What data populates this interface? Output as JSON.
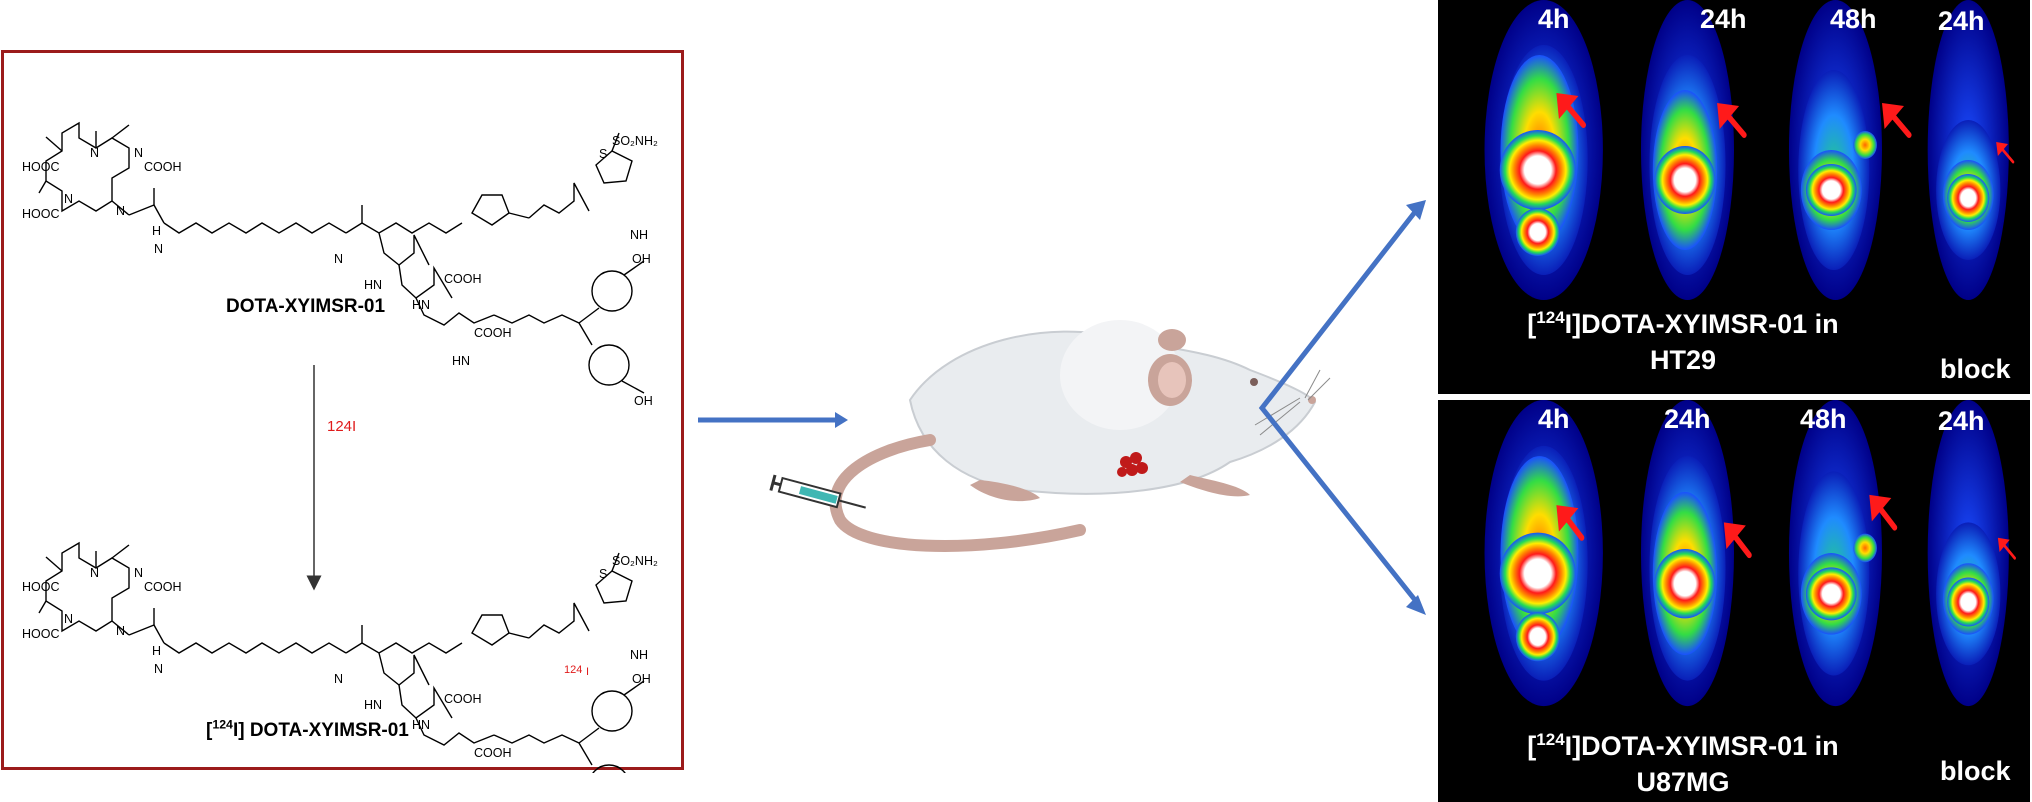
{
  "scheme": {
    "compound_1": "DOTA-XYIMSR-01",
    "compound_2_prefix_open": "[",
    "compound_2_mass": "124",
    "compound_2_rest": "I] DOTA-XYIMSR-01",
    "reagent_mass": "124",
    "reagent_symbol": "I",
    "atom_labels": {
      "hooc": "HOOC",
      "cooh": "COOH",
      "n": "N",
      "nh": "NH",
      "hn": "HN",
      "h": "H",
      "o": "O",
      "s": "S",
      "oh": "OH",
      "so2nh2": "SO₂NH₂",
      "iso_i_mass": "124",
      "iso_i": "I"
    },
    "colors": {
      "box_border": "#9b1b1b",
      "isotope": "#e01b1b",
      "arrow": "#4472c4"
    }
  },
  "panels": [
    {
      "timepoints": [
        "4h",
        "24h",
        "48h",
        "24h"
      ],
      "caption_open": "[",
      "caption_mass": "124",
      "caption_rest": "I]DOTA-XYIMSR-01 in",
      "caption_line2": "HT29",
      "block_label": "block"
    },
    {
      "timepoints": [
        "4h",
        "24h",
        "48h",
        "24h"
      ],
      "caption_open": "[",
      "caption_mass": "124",
      "caption_rest": "I]DOTA-XYIMSR-01 in",
      "caption_line2": "U87MG",
      "block_label": "block"
    }
  ]
}
